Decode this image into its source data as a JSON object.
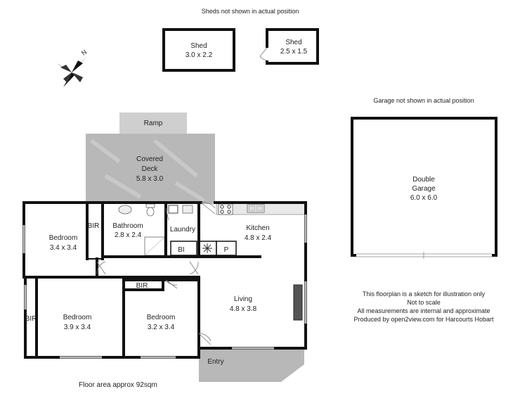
{
  "notes": {
    "sheds_note": "Sheds not shown in actual position",
    "garage_note": "Garage not shown in actual position",
    "disclaimer": [
      "This floorplan is a sketch for illustration only",
      "Not to scale",
      "All measurements are internal and approximate",
      "Produced by open2view.com for Harcourts Hobart"
    ],
    "floor_area": "Floor area approx 92sqm"
  },
  "compass": {
    "north_label": "N"
  },
  "sheds": [
    {
      "name": "Shed",
      "size": "3.0 x 2.2"
    },
    {
      "name": "Shed",
      "size": "2.5 x 1.5"
    }
  ],
  "garage": {
    "name_line1": "Double",
    "name_line2": "Garage",
    "size": "6.0 x 6.0"
  },
  "outdoor": {
    "ramp": "Ramp",
    "deck_line1": "Covered",
    "deck_line2": "Deck",
    "deck_size": "5.8 x 3.0",
    "entry": "Entry"
  },
  "rooms": {
    "bedroom1": {
      "name": "Bedroom",
      "size": "3.4 x 3.4"
    },
    "bathroom": {
      "name": "Bathroom",
      "size": "2.8 x 2.4"
    },
    "laundry": {
      "name": "Laundry"
    },
    "kitchen": {
      "name": "Kitchen",
      "size": "4.8 x 2.4"
    },
    "bedroom2": {
      "name": "Bedroom",
      "size": "3.9 x 3.4"
    },
    "bedroom3": {
      "name": "Bedroom",
      "size": "3.2 x 3.4"
    },
    "living": {
      "name": "Living",
      "size": "4.8 x 3.8"
    }
  },
  "fixtures": {
    "bir_a": "BIR",
    "bir_b": "BIR",
    "bir_c": "BIR",
    "bi": "BI",
    "pantry": "P"
  },
  "colors": {
    "wall": "#111111",
    "deck_fill": "#b8b8b8",
    "ramp_fill": "#cfcfcf",
    "window": "#bbbbbb"
  }
}
